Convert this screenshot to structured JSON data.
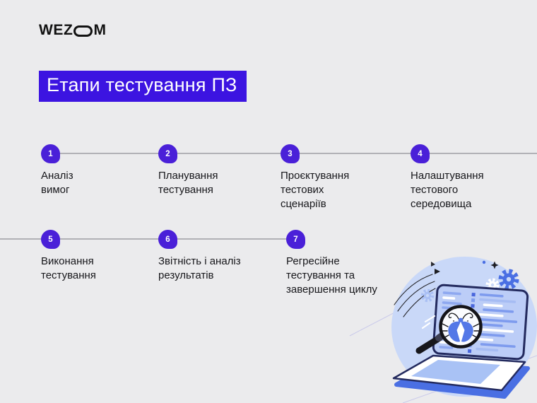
{
  "logo": {
    "part1": "WEZ",
    "part2": "M"
  },
  "title": "Етапи тестування ПЗ",
  "steps": [
    {
      "number": "1",
      "label": "Аналіз\nвимог"
    },
    {
      "number": "2",
      "label": "Планування\nтестування"
    },
    {
      "number": "3",
      "label": "Проєктування\nтестових\nсценаріїв"
    },
    {
      "number": "4",
      "label": "Налаштування\nтестового\nсередовища"
    },
    {
      "number": "5",
      "label": "Виконання\nтестування"
    },
    {
      "number": "6",
      "label": "Звітність і аналіз\nрезультатів"
    },
    {
      "number": "7",
      "label": "Регресійне\nтестування та\nзавершення циклу"
    }
  ],
  "colors": {
    "background": "#ebebed",
    "title_background": "#3c14e1",
    "step_badge": "#4a20d8",
    "timeline_line": "#b1b1b6",
    "text": "#17171b",
    "illustration_blob": "#c9d8f8",
    "illustration_blue": "#4a6fe3",
    "illustration_navy": "#232a5e"
  },
  "illustration": {
    "alt": "laptop with code, magnifying glass over a bug, gears"
  }
}
